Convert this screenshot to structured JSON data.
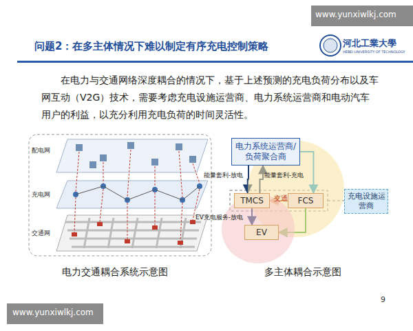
{
  "diagram": {
    "title": "问题2：在多主体情况下难以制定有序充电控制策略",
    "nodes": [
      {
        "text": [
          "配电网"
        ]
      },
      {
        "text": [
          "交通网"
        ]
      },
      {
        "text": [
          "电力系统运营商/负荷聚合商"
        ]
      },
      {
        "text": [
          "TMCS"
        ]
      },
      {
        "text": [
          "FCS"
        ]
      },
      {
        "text": [
          "EV"
        ]
      },
      {
        "text": [
          "充电设施运营商"
        ]
      }
    ],
    "edges": [
      {
        "from": 2,
        "to": 3,
        "label": "能量套利-放电",
        "arrow": "to"
      },
      {
        "from": 3,
        "to": 2,
        "label": "能量套利-充电",
        "arrow": "to"
      },
      {
        "from": 2,
        "to": 4,
        "arrow": "to"
      },
      {
        "from": 4,
        "to": 3,
        "arrow": "to"
      },
      {
        "from": 3,
        "to": 5,
        "label": "EV充电服务-放电",
        "arrow": "to"
      },
      {
        "from": 4,
        "to": 5,
        "arrow": "to"
      }
    ],
    "labels": [
      "www.yunxiwlkj.com",
      "河北工業大學",
      "HEBEI UNIVERSITY OF TECHNOLOGY",
      "在电力与交通网络深度耦合的情况下，基于上述预测的充电负荷分布以及车网互动（V2G）技术，需要考虑充电设施运营商、电力系统运营商和电动汽车用户的利益，以充分利用充电负荷的时间灵活性。",
      "配电网",
      "充电网",
      "交通网",
      "电力交通耦合系统示意图",
      "多主体耦合示意图",
      "9",
      "www.yunxiwlkj.com"
    ]
  }
}
